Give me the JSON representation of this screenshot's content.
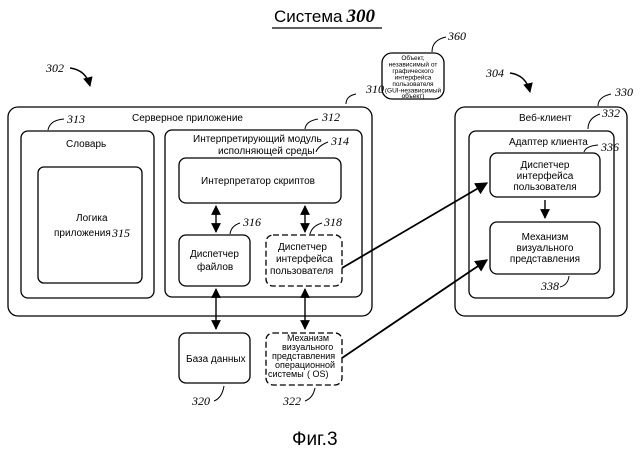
{
  "title": {
    "prefix": "Система",
    "number": "300"
  },
  "figure_caption": "Фиг.3",
  "refs": {
    "system_arrow": "302",
    "client_arrow": "304",
    "server_app": "310",
    "interp_module": "312",
    "dictionary": "313",
    "interp_label_ref": "314",
    "app_logic": "315",
    "file_manager": "316",
    "ui_manager": "318",
    "database": "320",
    "os_render": "322",
    "web_client": "330",
    "client_adapter": "332",
    "client_ui_manager": "336",
    "client_render": "338",
    "gui_object": "360"
  },
  "server_app": {
    "label": "Серверное приложение"
  },
  "dictionary": {
    "label": "Словарь"
  },
  "app_logic": {
    "line1": "Логика",
    "line2": "приложения"
  },
  "interp_module": {
    "line1": "Интерпретирующий модуль",
    "line2": "исполняющей среды"
  },
  "script_interpreter": {
    "label": "Интерпретатор скриптов"
  },
  "file_manager": {
    "line1": "Диспетчер",
    "line2": "файлов"
  },
  "ui_manager": {
    "line1": "Диспетчер",
    "line2": "интерфейса",
    "line3": "пользователя"
  },
  "database": {
    "label": "База данных"
  },
  "os_render": {
    "line1": "Механизм",
    "line2": "визуального",
    "line3": "представления",
    "line4": "операционной",
    "line5": "системы",
    "line6": "( OS)"
  },
  "gui_object": {
    "line1": "Объект,",
    "line2": "независимый от",
    "line3": "графического",
    "line4": "интерфейса",
    "line5": "пользователя",
    "line6": "(GUI-независимый",
    "line7": "объект)"
  },
  "web_client": {
    "label": "Веб-клиент"
  },
  "client_adapter": {
    "label": "Адаптер клиента"
  },
  "client_ui_manager": {
    "line1": "Диспетчер",
    "line2": "интерфейса",
    "line3": "пользователя"
  },
  "client_render": {
    "line1": "Механизм",
    "line2": "визуального",
    "line3": "представления"
  }
}
